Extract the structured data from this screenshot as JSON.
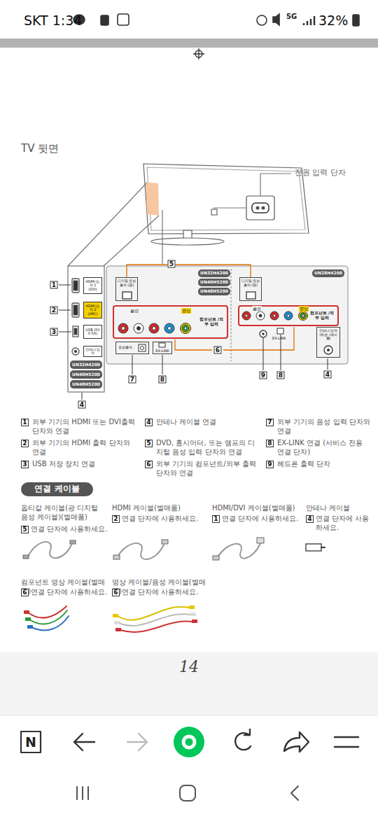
{
  "diagram": {
    "title": "TV 뒷면",
    "nodes": [
      {
        "text": [
          "HDMI 입력 1 (DVI)"
        ]
      },
      {
        "text": [
          "HDMI 입력 2 (ARC)"
        ]
      },
      {
        "text": [
          "USB (5V 0.5A)"
        ]
      },
      {
        "text": [
          "안테나 입력"
        ]
      },
      {
        "text": [
          "UN32H4200"
        ]
      },
      {
        "text": [
          "UN40H5200"
        ]
      },
      {
        "text": [
          "UN48H5200"
        ]
      },
      {
        "text": [
          "UN32H4200"
        ]
      },
      {
        "text": [
          "UN40H5200"
        ]
      },
      {
        "text": [
          "UN48H5200"
        ]
      },
      {
        "text": [
          "UN28H4200"
        ]
      },
      {
        "text": [
          "디지털 음성출력 (광)"
        ]
      },
      {
        "text": [
          "컴포넌트 /외부 입력"
        ]
      },
      {
        "text": [
          "음성출력"
        ]
      },
      {
        "text": [
          "EX-LINK"
        ]
      },
      {
        "text": [
          "디지털 음성출력 (광)"
        ]
      },
      {
        "text": [
          "컴포넌트 /외부 입력"
        ]
      },
      {
        "text": [
          "안테나 입력 (위성 /케이블)"
        ]
      },
      {
        "text": [
          "연결 케이블"
        ]
      }
    ],
    "labels": [
      "SKT 1:34",
      "32%",
      "전원 입력 단자",
      "1",
      "2",
      "3",
      "5",
      "음성",
      "영상",
      "음성",
      "영상",
      "EX-LINK",
      "6",
      "9",
      "8",
      "4",
      "7",
      "8",
      "4",
      "1",
      "외부 기기의 HDMI 또는 DVI출력 단자와 연결",
      "4",
      "안테나 케이블 연결",
      "7",
      "외부 기기의 음성 입력 단자와 연결",
      "2",
      "외부 기기의 HDMI 출력 단자와 연결",
      "5",
      "DVD, 홈시어터, 또는 앰프의 디지털 음성 입력 단자와 연결",
      "8",
      "EX-LINK 연결 (서비스 전용 연결 단자)",
      "3",
      "USB 저장 장치 연결",
      "6",
      "외부 기기의 컴포넌트/외부 출력 단자와 연결",
      "9",
      "헤드폰 출력 단자",
      "옵티칼 케이블(광 디지털 음성 케이블)(별매품)",
      "5",
      "연결 단자에 사용하세요.",
      "HDMI 케이블(별매품)",
      "2",
      "연결 단자에 사용하세요.",
      "HDMI/DVI 케이블(별매품)",
      "1",
      "연결 단자에 사용하세요.",
      "안테나 케이블",
      "4",
      "연결 단자에 사용하세요.",
      "컴포넌트 영상 케이블(별매품)",
      "6",
      "연결 단자에 사용하세요.",
      "영상 케이블/음성 케이블(별매품)",
      "6",
      "연결 단자에 사용하세요.",
      "14",
      "N",
      "5G"
    ]
  }
}
